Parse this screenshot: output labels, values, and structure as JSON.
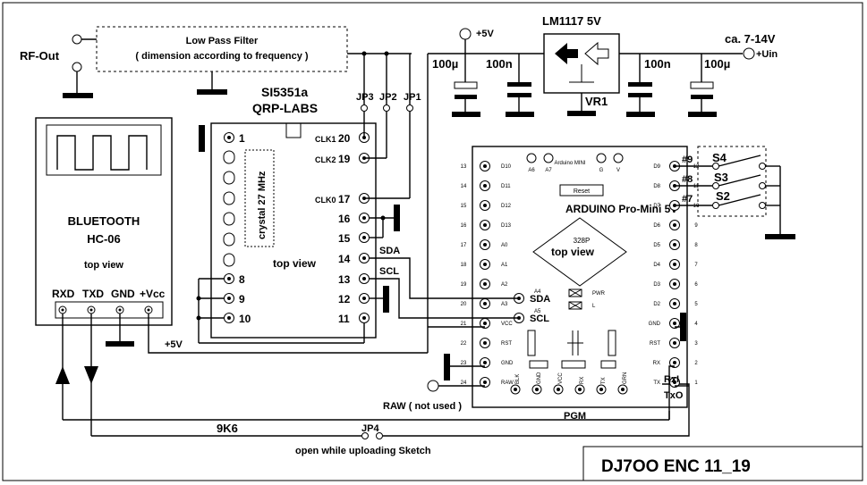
{
  "title_block": "DJ7OO  ENC 11_19",
  "rf_out": "RF-Out",
  "lpf": {
    "line1": "Low Pass Filter",
    "line2": "( dimension according to frequency )"
  },
  "supply": {
    "plus5_top": "+5V",
    "uin_range": "ca. 7-14V",
    "uin": "+Uin",
    "plus5_left": "+5V"
  },
  "regulator": {
    "name": "LM1117 5V",
    "ref": "VR1"
  },
  "caps": [
    "100µ",
    "100n",
    "100n",
    "100µ"
  ],
  "jumpers": [
    "JP3",
    "JP2",
    "JP1"
  ],
  "si5351": {
    "title1": "SI5351a",
    "title2": "QRP-LABS",
    "crystal": "crystal 27 MHz",
    "view": "top view",
    "pins_left": [
      "1",
      "8",
      "9",
      "10"
    ],
    "pins_right": [
      "20",
      "19",
      "17",
      "16",
      "15",
      "14",
      "13",
      "12",
      "11"
    ],
    "clk_labels": [
      "CLK1",
      "CLK2",
      "CLK0"
    ],
    "sda": "SDA",
    "scl": "SCL"
  },
  "bluetooth": {
    "title1": "BLUETOOTH",
    "title2": "HC-06",
    "view": "top view",
    "pins": [
      "RXD",
      "TXD",
      "GND",
      "+Vcc"
    ]
  },
  "arduino": {
    "title": "ARDUINO Pro-Mini 5V",
    "chip": "328P",
    "view": "top view",
    "reset": "Reset",
    "top_pins": [
      "A6",
      "A7",
      "Arduino MINI",
      "G",
      "V"
    ],
    "left_outer": [
      "13",
      "14",
      "15",
      "16",
      "17",
      "18",
      "19",
      "20",
      "21",
      "22",
      "23",
      "24"
    ],
    "left_inner": [
      "D10",
      "D11",
      "D12",
      "D13",
      "A0",
      "A1",
      "A2",
      "A3",
      "VCC",
      "RST",
      "GND",
      "RAW"
    ],
    "right_inner": [
      "D9",
      "D8",
      "D7",
      "D6",
      "D5",
      "D4",
      "D3",
      "D2",
      "GND",
      "RST",
      "RX",
      "TX"
    ],
    "right_outer": [
      "12",
      "11",
      "10",
      "9",
      "8",
      "7",
      "6",
      "5",
      "4",
      "3",
      "2",
      "1"
    ],
    "a4_label": "A4",
    "a5_label": "A5",
    "sda": "SDA",
    "scl": "SCL",
    "pwr": "PWR",
    "l": "L",
    "bottom_pins": [
      "BLK",
      "GND",
      "VCC",
      "RX",
      "TX",
      "GRN"
    ],
    "pgm": "PGM",
    "raw_note": "RAW ( not used )",
    "rxi": "RxI",
    "txo": "TxO"
  },
  "switches": {
    "names": [
      "S4",
      "S3",
      "S2"
    ],
    "ports": [
      "#9",
      "#8",
      "#7"
    ]
  },
  "resistor": "9K6",
  "jp4": {
    "name": "JP4",
    "note": "open while uploading Sketch"
  }
}
